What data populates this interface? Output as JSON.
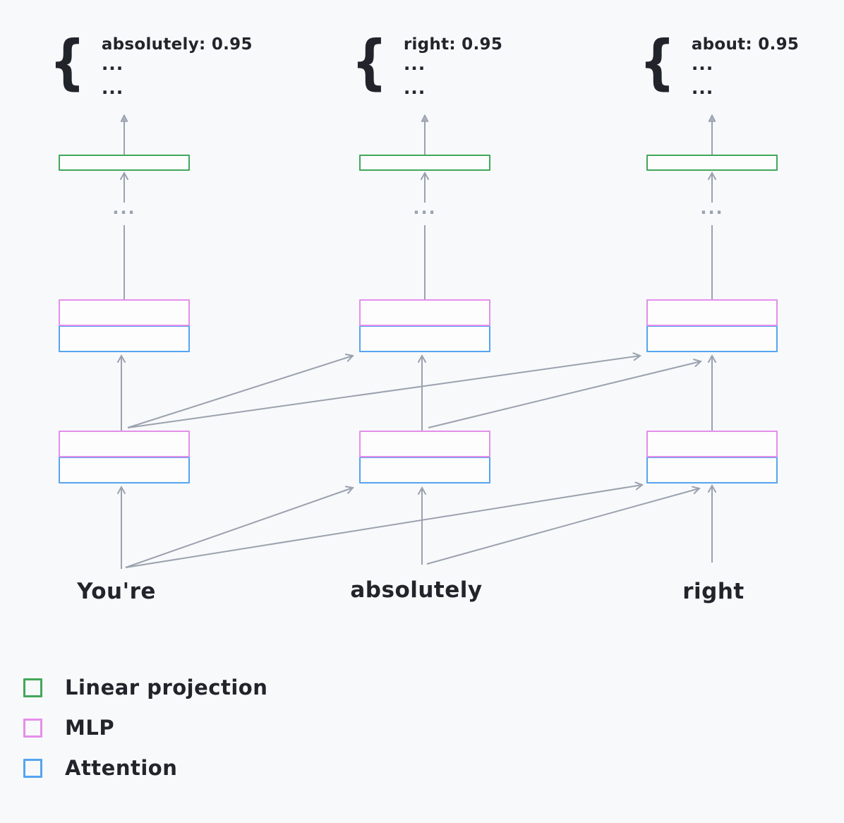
{
  "ui": {
    "brace": "{"
  },
  "colors": {
    "background": "#f8f9fb",
    "linear_projection": "#43a75a",
    "mlp": "#e48fe9",
    "attention": "#54a5f1",
    "arrow": "#9aa2ae",
    "text": "#21252b"
  },
  "columns": [
    {
      "token": "You're",
      "prediction": {
        "label": "absolutely: 0.95",
        "row2": "...",
        "row3": "..."
      },
      "mid_ellipsis": "..."
    },
    {
      "token": "absolutely",
      "prediction": {
        "label": "right: 0.95",
        "row2": "...",
        "row3": "..."
      },
      "mid_ellipsis": "..."
    },
    {
      "token": "right",
      "prediction": {
        "label": "about: 0.95",
        "row2": "...",
        "row3": "..."
      },
      "mid_ellipsis": "..."
    }
  ],
  "legend": {
    "items": [
      {
        "label": "Linear projection",
        "color": "#43a75a"
      },
      {
        "label": "MLP",
        "color": "#e48fe9"
      },
      {
        "label": "Attention",
        "color": "#54a5f1"
      }
    ]
  }
}
